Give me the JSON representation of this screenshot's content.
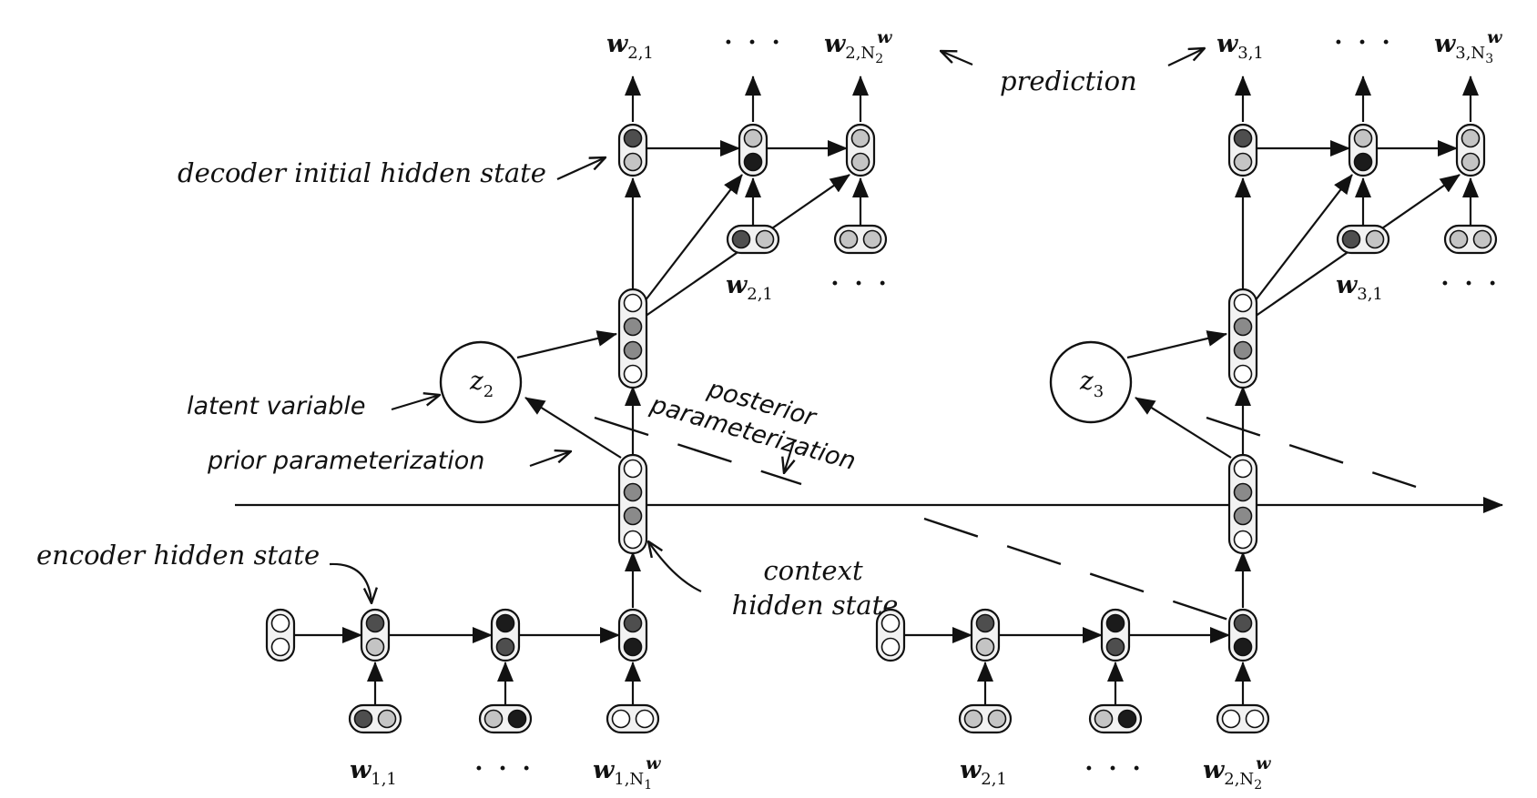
{
  "labels": {
    "decoder_initial_hidden_state": "decoder initial hidden state",
    "latent_variable": "latent variable",
    "prior_parameterization": "prior parameterization",
    "encoder_hidden_state": "encoder hidden state",
    "context_hidden_state_line1": "context",
    "context_hidden_state_line2": "hidden state",
    "prediction": "prediction",
    "posterior_line1": "posterior",
    "posterior_line2": "parameterization"
  },
  "latents": [
    {
      "base": "z",
      "sub": "2"
    },
    {
      "base": "z",
      "sub": "3"
    }
  ],
  "ellipsis": "· · ·",
  "tokens": {
    "out_2_1": {
      "base": "w",
      "sub": "2,1"
    },
    "out_2_last": {
      "base": "w",
      "sub": "2,N",
      "subsub": "2",
      "sup": "w"
    },
    "out_3_1": {
      "base": "w",
      "sub": "3,1"
    },
    "out_3_last": {
      "base": "w",
      "sub": "3,N",
      "subsub": "3",
      "sup": "w"
    },
    "dec_in_2_1": {
      "base": "w",
      "sub": "2,1"
    },
    "dec_in_3_1": {
      "base": "w",
      "sub": "3,1"
    },
    "enc_in_1_1": {
      "base": "w",
      "sub": "1,1"
    },
    "enc_in_1_last": {
      "base": "w",
      "sub": "1,N",
      "subsub": "1",
      "sup": "w"
    },
    "enc_in_2_1": {
      "base": "w",
      "sub": "2,1"
    },
    "enc_in_2_last": {
      "base": "w",
      "sub": "2,N",
      "subsub": "2",
      "sup": "w"
    }
  },
  "colors": {
    "white": "#ffffff",
    "light": "#c4c4c4",
    "mid": "#8a8a8a",
    "dark": "#4e4e4e",
    "black": "#1b1b1b",
    "line": "#111111"
  }
}
